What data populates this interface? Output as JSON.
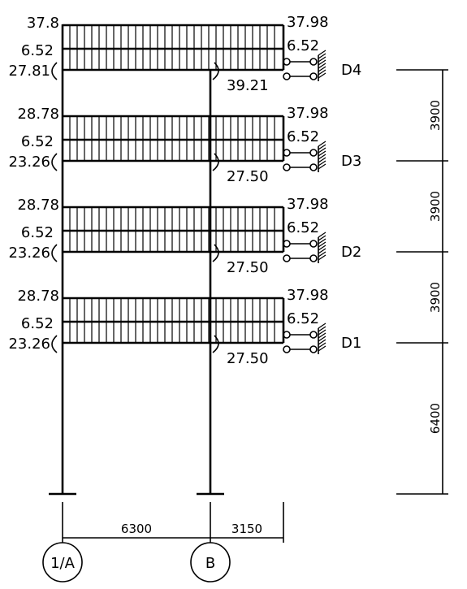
{
  "floors": [
    {
      "level_label": "D4",
      "left_top": "37.8",
      "left_mid": "6.52",
      "left_bottom": "27.81",
      "right_top": "37.98",
      "right_mid": "6.52",
      "beam_moment": "39.21"
    },
    {
      "level_label": "D3",
      "left_top": "28.78",
      "left_mid": "6.52",
      "left_bottom": "23.26",
      "right_top": "37.98",
      "right_mid": "6.52",
      "beam_moment": "27.50"
    },
    {
      "level_label": "D2",
      "left_top": "28.78",
      "left_mid": "6.52",
      "left_bottom": "23.26",
      "right_top": "37.98",
      "right_mid": "6.52",
      "beam_moment": "27.50"
    },
    {
      "level_label": "D1",
      "left_top": "28.78",
      "left_mid": "6.52",
      "left_bottom": "23.26",
      "right_top": "37.98",
      "right_mid": "6.52",
      "beam_moment": "27.50"
    }
  ],
  "storey_heights": [
    "3900",
    "3900",
    "3900",
    "6400"
  ],
  "span_dimensions": [
    "6300",
    "3150"
  ],
  "axes": [
    "1/A",
    "B"
  ]
}
